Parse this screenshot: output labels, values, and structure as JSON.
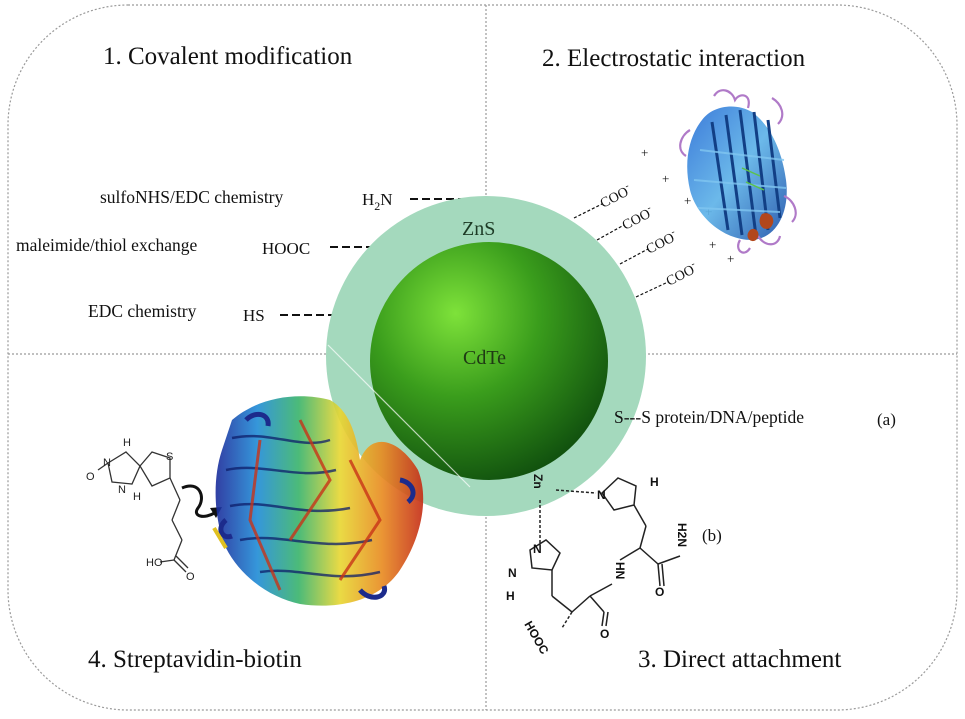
{
  "quadrants": {
    "q1": {
      "title": "1. Covalent modification"
    },
    "q2": {
      "title": "2. Electrostatic interaction"
    },
    "q3": {
      "title": "3. Direct attachment"
    },
    "q4": {
      "title": "4. Streptavidin-biotin"
    }
  },
  "nanoparticle": {
    "shell": "ZnS",
    "core": "CdTe",
    "shell_color": "#a4d9bd",
    "core_color": "#2e8f1c"
  },
  "covalent": {
    "rows": [
      {
        "method": "sulfoNHS/EDC  chemistry",
        "group": "H",
        "group_sub": "2",
        "group_tail": "N"
      },
      {
        "method": "maleimide/thiol exchange",
        "group": "HOOC"
      },
      {
        "method": "EDC  chemistry",
        "group": "HS"
      }
    ]
  },
  "electrostatic": {
    "anion": "COO",
    "anion_charge": "-",
    "cation": "+"
  },
  "direct": {
    "label_a": "S---S protein/DNA/peptide",
    "tag_a": "(a)",
    "tag_b": "(b)",
    "zn": "Zn",
    "atoms": {
      "n": "N",
      "h": "H",
      "hn": "HN",
      "o": "O",
      "h2n": "H2N",
      "hooc": "HOOC"
    }
  },
  "biotin": {
    "h": "H",
    "n": "N",
    "o": "O",
    "s": "S",
    "ho": "HO"
  }
}
